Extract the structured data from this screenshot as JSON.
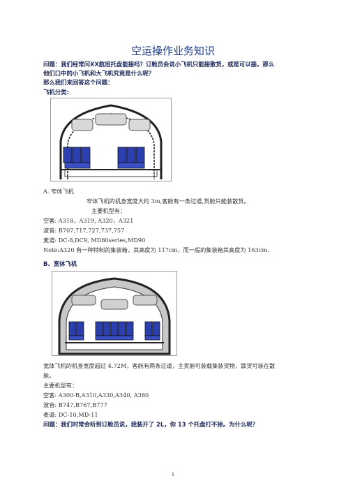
{
  "title": "空运操作业务知识",
  "q1_line1": "问题：我们经常问XX航班托盘能接吗？订舱员会说小飞机只能接散货，或是可以接。那么",
  "q1_line2": "他们口中的小飞机和大飞机究竟是什么呢？",
  "q1_line3": "那么我们来回答这个问题：",
  "classify_label": "飞机分类:",
  "narrow": {
    "heading": "A.   窄体飞机",
    "desc": "窄体飞机的机身宽度大约 3m,客舱有一条过道,货舱只能装散货。",
    "models_label": "主要机型有：",
    "airbus": "空客:    A318，A319, A320，A321",
    "boeing": "波音:    B707,717,727,737,757",
    "md": "麦道:    DC-8,DC9, MD80series,MD90",
    "note": "Note:A320 有一种特制的集装箱，其高度为 117cm，而一般的集装箱其高度为 163cm."
  },
  "wide": {
    "heading": "B、宽体飞机",
    "desc_line1": "宽体飞机的机身宽度超过 4.72M，客舱有两条过道，主货舱可装载集装货物，散货可装在散",
    "desc_line2": "舱。",
    "models_label": "主要机型有：",
    "airbus": "空客:    A300-B,A310,A330,A340, A380",
    "boeing": "波音:    B747,B767,B777",
    "md": "麦道:    DC-10,MD-11"
  },
  "q2": "问题：我们时常会听到订舱员说，我装开了 2L，你 13 个托盘打不掉。为什么呢？",
  "page_number": "1"
}
